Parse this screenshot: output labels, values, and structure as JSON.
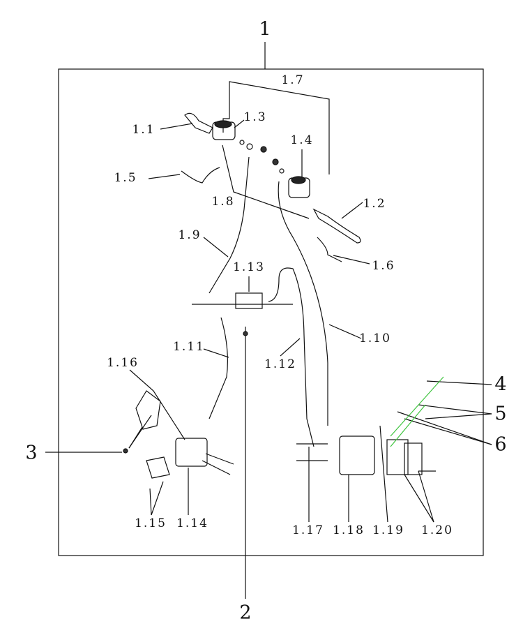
{
  "diagram": {
    "labels": {
      "l1": "1",
      "l1_1": "1.1",
      "l1_2": "1.2",
      "l1_3": "1.3",
      "l1_4": "1.4",
      "l1_5": "1.5",
      "l1_6": "1.6",
      "l1_7": "1.7",
      "l1_8": "1.8",
      "l1_9": "1.9",
      "l1_10": "1.10",
      "l1_11": "1.11",
      "l1_12": "1.12",
      "l1_13": "1.13",
      "l1_14": "1.14",
      "l1_15": "1.15",
      "l1_16": "1.16",
      "l1_17": "1.17",
      "l1_18": "1.18",
      "l1_19": "1.19",
      "l1_20": "1.20",
      "l2": "2",
      "l3": "3",
      "l4": "4",
      "l5": "5",
      "l6": "6"
    },
    "colors": {
      "line": "#111111",
      "highlight": "#3ec43e"
    }
  }
}
